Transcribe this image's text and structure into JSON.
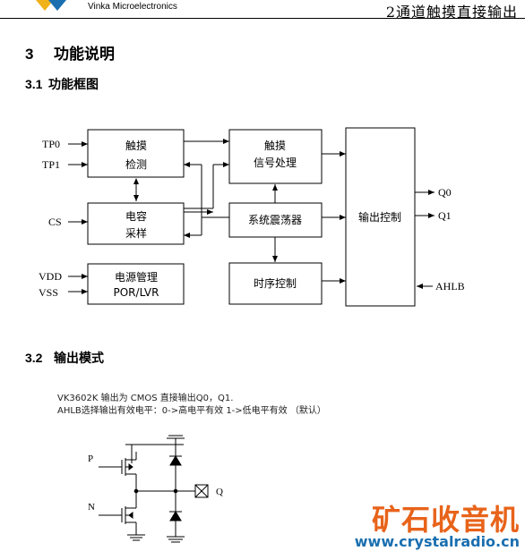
{
  "header": {
    "company": "Vinka Microelectronics",
    "doc_title": "2通道触摸直接输出"
  },
  "section": {
    "number": "3",
    "title": "功能说明"
  },
  "subsection1": {
    "number": "3.1",
    "title": "功能框图"
  },
  "block_diagram": {
    "pins_left": [
      "TP0",
      "TP1",
      "CS",
      "VDD",
      "VSS"
    ],
    "pins_right_out": [
      "Q0",
      "Q1"
    ],
    "pin_right_in": "AHLB",
    "boxes": {
      "touch_detect": [
        "触摸",
        "检测"
      ],
      "cap_sample": [
        "电容",
        "采样"
      ],
      "power": [
        "电源管理",
        "POR/LVR"
      ],
      "signal_proc": [
        "触摸",
        "信号处理"
      ],
      "oscillator": "系统震荡器",
      "timing": "时序控制",
      "output_ctrl": "输出控制"
    }
  },
  "subsection2": {
    "number": "3.2",
    "title": "输出模式"
  },
  "output_desc": {
    "line1": "VK3602K 输出为 CMOS 直接输出Q0，Q1.",
    "line2": "AHLB选择输出有效电平：0->高电平有效   1->低电平有效  （默认）"
  },
  "circuit": {
    "p_label": "P",
    "n_label": "N",
    "q_label": "Q"
  },
  "watermark": {
    "cn": "矿石收音机",
    "url": "www.crystalradio.cn"
  },
  "colors": {
    "watermark_cn": "#e8631a",
    "watermark_url": "#1a6fb0",
    "logo": "#f0b21a"
  }
}
